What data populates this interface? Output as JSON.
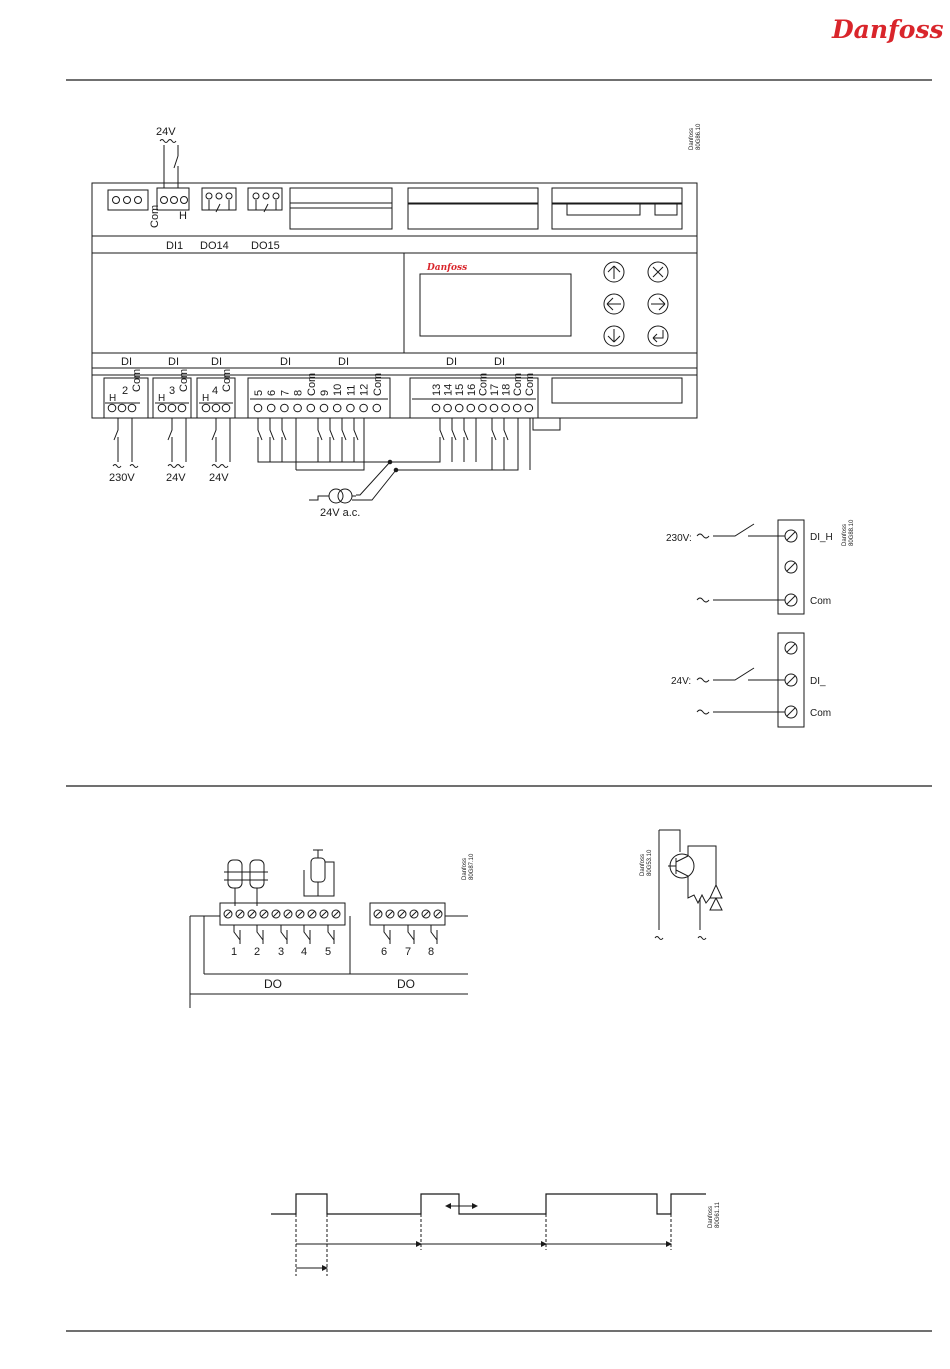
{
  "brand": {
    "name": "Danfoss",
    "color": "#d9252b"
  },
  "figure1": {
    "code": "80G86.10",
    "maker": "Danfoss",
    "supply_top": "24V",
    "top_labels": {
      "di1": "DI1",
      "do14": "DO14",
      "do15": "DO15",
      "com": "Com",
      "h": "H"
    },
    "di_heading": "DI",
    "di_terms": {
      "h": "H",
      "com": "Com",
      "t2": "2",
      "t3": "3",
      "t4": "4"
    },
    "terms_group_a": [
      "5",
      "6",
      "7",
      "8",
      "Com",
      "9",
      "10",
      "11",
      "12",
      "Com"
    ],
    "terms_group_b": [
      "13",
      "14",
      "15",
      "16",
      "Com",
      "17",
      "18",
      "Com",
      "Com"
    ],
    "supplies": {
      "s230": "230V",
      "s24a": "24V",
      "s24b": "24V",
      "ac": "24V a.c."
    }
  },
  "figure2": {
    "code": "80G88.10",
    "maker": "Danfoss",
    "v230": "230V:",
    "v24": "24V:",
    "di_h": "DI_H",
    "di": "DI_",
    "com": "Com"
  },
  "figure3": {
    "code": "80G87.10",
    "maker": "Danfoss",
    "outputs": [
      "1",
      "2",
      "3",
      "4",
      "5",
      "6",
      "7",
      "8"
    ],
    "do_label": "DO"
  },
  "figure4": {
    "code": "80G53.10",
    "maker": "Danfoss"
  },
  "figure5": {
    "code": "80G61.11",
    "maker": "Danfoss"
  },
  "icons": [
    "up-arrow-icon",
    "close-icon",
    "left-arrow-icon",
    "right-arrow-icon",
    "down-arrow-icon",
    "enter-icon",
    "transformer-icon",
    "compressor-icon",
    "valve-icon"
  ]
}
